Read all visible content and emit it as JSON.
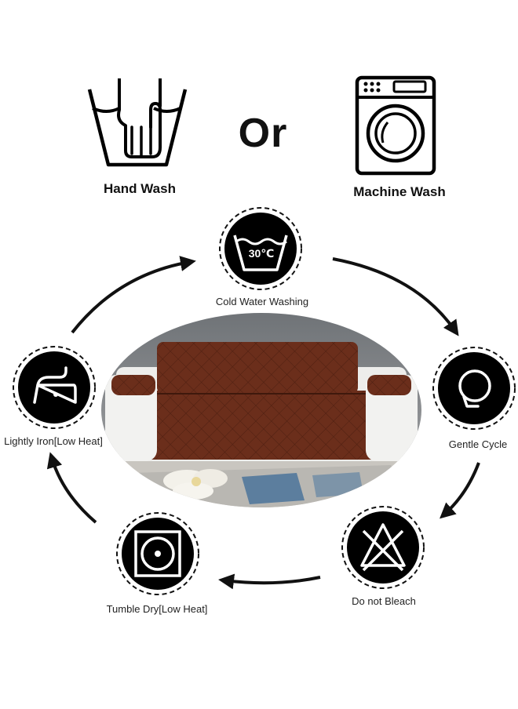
{
  "header": {
    "hand_wash_label": "Hand Wash",
    "or_label": "Or",
    "machine_wash_label": "Machine Wash"
  },
  "care_cycle": [
    {
      "label": "Cold Water Washing",
      "icon": "wash-30c-icon",
      "temp_text": "30℃"
    },
    {
      "label": "Gentle Cycle",
      "icon": "gentle-cycle-icon"
    },
    {
      "label": "Do not Bleach",
      "icon": "no-bleach-icon"
    },
    {
      "label": "Tumble Dry[Low Heat]",
      "icon": "tumble-dry-low-icon"
    },
    {
      "label": "Lightly Iron[Low Heat]",
      "icon": "iron-low-icon"
    }
  ],
  "colors": {
    "badge_fill": "#000000",
    "sofa_cover": "#6b2e1b",
    "arrow": "#111111"
  }
}
